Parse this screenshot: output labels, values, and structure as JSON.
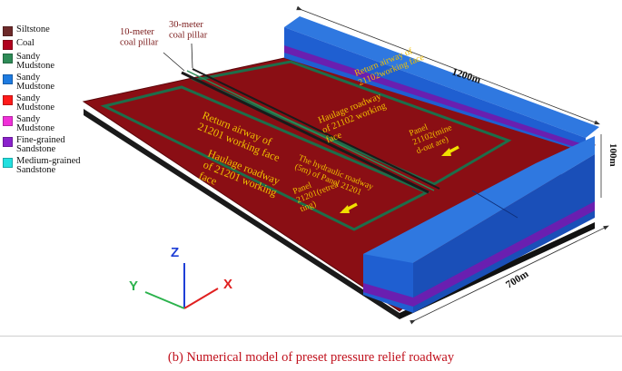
{
  "legend": [
    {
      "label": "Siltstone",
      "color": "#6e2a2a"
    },
    {
      "label": "Coal",
      "color": "#b0001e"
    },
    {
      "label": "Sandy\nMudstone",
      "color": "#2e8b57"
    },
    {
      "label": "Sandy\nMudstone",
      "color": "#1e7be0"
    },
    {
      "label": "Sandy\nMudstone",
      "color": "#ff1a1a"
    },
    {
      "label": "Sandy\nMudstone",
      "color": "#f030d8"
    },
    {
      "label": "Fine-grained\nSandstone",
      "color": "#8b22cc"
    },
    {
      "label": "Medium-grained\nSandstone",
      "color": "#22e0e0"
    }
  ],
  "pillars": {
    "ten": "10-meter\ncoal pillar",
    "thirty": "30-meter\ncoal pillar"
  },
  "dimensions": {
    "length": "1200m",
    "height": "100m",
    "width": "700m"
  },
  "labels": {
    "return_21102": "Return airway of\n21102working face",
    "haulage_21102": "Haulage roadway\nof 21102 working\nface",
    "panel_21102": "Panel\n21102(mine\nd-out are)",
    "return_21201": "Return airway of\n21201 working face",
    "hydraulic": "The hydraulic roadway\n(5m) of Panel 21201",
    "haulage_21201": "Haulage roadway\nof 21201 working\nface",
    "panel_21201": "Panel\n21201(retrea\nting)"
  },
  "axes": {
    "z": "Z",
    "y": "Y",
    "x": "X"
  },
  "colors": {
    "coal": "#8a0e14",
    "block": "#1f5fd1",
    "purple": "#6a1fb0",
    "roadway": "#1d6e4a",
    "label": "#f0c000",
    "axis_x": "#e02020",
    "axis_y": "#2bb24c",
    "axis_z": "#1f3fd6"
  },
  "caption": "(b) Numerical model of preset pressure relief roadway"
}
